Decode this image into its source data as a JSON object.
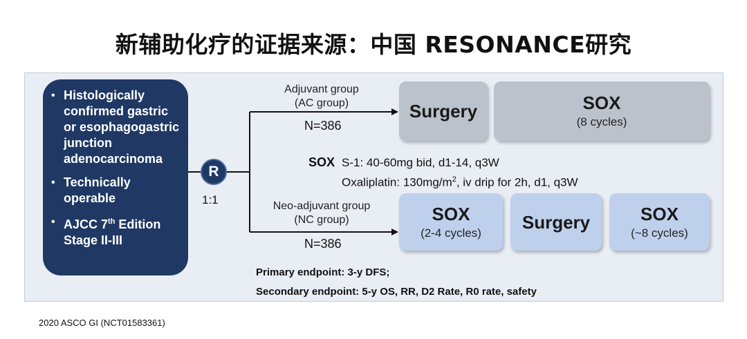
{
  "title": "新辅助化疗的证据来源：中国 RESONANCE研究",
  "criteria": {
    "items": [
      "Histologically confirmed gastric or esophagogastric junction adenocarcinoma",
      "Technically operable"
    ],
    "ajcc_prefix": "AJCC 7",
    "ajcc_sup": "th",
    "ajcc_suffix": " Edition Stage II-III"
  },
  "randomization": {
    "symbol": "R",
    "ratio": "1:1"
  },
  "adjuvant": {
    "label_line1": "Adjuvant group",
    "label_line2": "(AC group)",
    "n": "N=386",
    "boxes": [
      {
        "name": "Surgery",
        "sub": ""
      },
      {
        "name": "SOX",
        "sub": "(8 cycles)"
      }
    ]
  },
  "neoadjuvant": {
    "label_line1": "Neo-adjuvant group",
    "label_line2": "(NC group)",
    "n": "N=386",
    "boxes": [
      {
        "name": "SOX",
        "sub": "(2-4 cycles)"
      },
      {
        "name": "Surgery",
        "sub": ""
      },
      {
        "name": "SOX",
        "sub": "(~8 cycles)"
      }
    ]
  },
  "sox_definition": {
    "label": "SOX",
    "line1": "S-1: 40-60mg bid, d1-14, q3W",
    "line2_prefix": "Oxaliplatin: 130mg/m",
    "line2_sup": "2",
    "line2_suffix": ", iv drip for 2h, d1, q3W"
  },
  "endpoints": {
    "primary": "Primary endpoint: 3-y DFS;",
    "secondary": "Secondary endpoint: 5-y OS, RR, D2 Rate, R0 rate, safety"
  },
  "citation": "2020 ASCO GI  (NCT01583361)",
  "colors": {
    "navy": "#1f3864",
    "panel": "#e9edf4",
    "grey_box": "#bcc2cc",
    "blue_box": "#bed0ec"
  }
}
